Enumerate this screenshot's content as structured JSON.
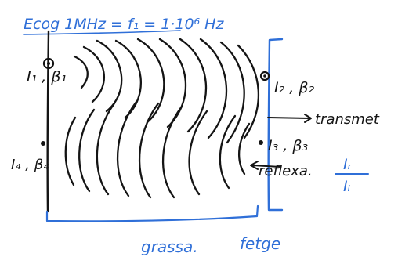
{
  "colors": {
    "ink": "#141414",
    "blue": "#2f6fd8"
  },
  "title": {
    "text": "Ecog 1MHz = f₁ = 1·10⁶ Hz"
  },
  "labels": {
    "i1": "I₁ , β₁",
    "i2": "I₂ , β₂",
    "i3": "I₃ , β₃",
    "i4": "I₄ , β₄",
    "transmit": "transmet",
    "reflex": "reflexa.",
    "ratio_num": "Iᵣ",
    "ratio_den": "Iᵢ"
  },
  "bottom": {
    "left": "grassa.",
    "right": "fetge"
  }
}
